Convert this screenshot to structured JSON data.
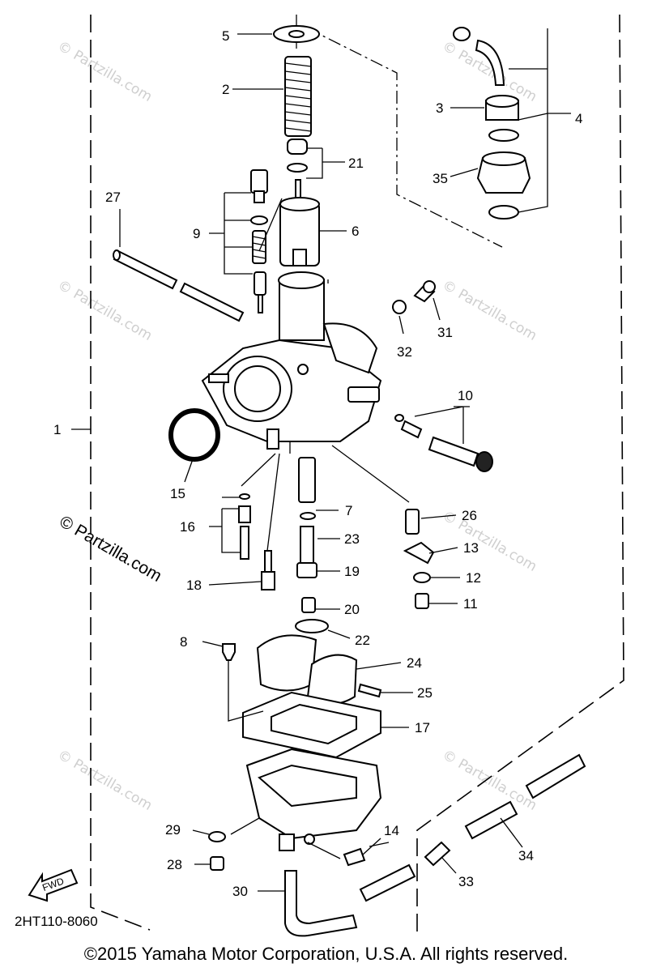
{
  "diagram": {
    "watermark": "© Partzilla.com",
    "diagram_code": "2HT110-8060",
    "fwd_label": "FWD",
    "callouts": [
      "1",
      "2",
      "3",
      "4",
      "5",
      "6",
      "7",
      "8",
      "9",
      "10",
      "11",
      "12",
      "13",
      "14",
      "15",
      "16",
      "17",
      "18",
      "19",
      "20",
      "21",
      "22",
      "23",
      "24",
      "25",
      "26",
      "27",
      "28",
      "29",
      "30",
      "31",
      "32",
      "33",
      "34",
      "35"
    ]
  },
  "footer": {
    "copyright": "©2015 Yamaha Motor Corporation, U.S.A. All rights reserved."
  }
}
